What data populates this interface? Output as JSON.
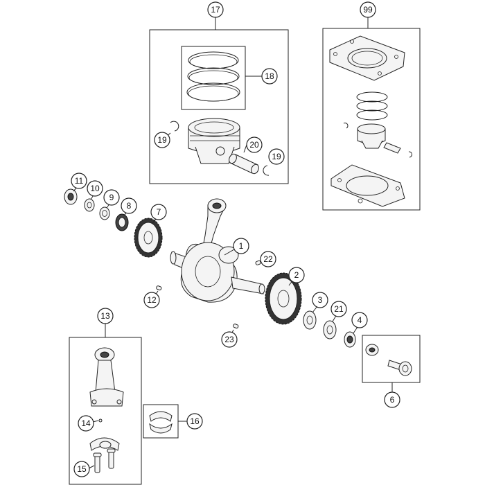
{
  "callouts": {
    "c1": "1",
    "c2": "2",
    "c3": "3",
    "c4": "4",
    "c6": "6",
    "c7": "7",
    "c8": "8",
    "c9": "9",
    "c10": "10",
    "c11": "11",
    "c12": "12",
    "c13": "13",
    "c14": "14",
    "c15": "15",
    "c16": "16",
    "c17": "17",
    "c18": "18",
    "c19a": "19",
    "c19b": "19",
    "c20": "20",
    "c21": "21",
    "c22": "22",
    "c23": "23",
    "c99": "99"
  },
  "colors": {
    "line": "#222222",
    "fill": "#f4f4f4",
    "dark": "#444444",
    "background": "#ffffff"
  }
}
